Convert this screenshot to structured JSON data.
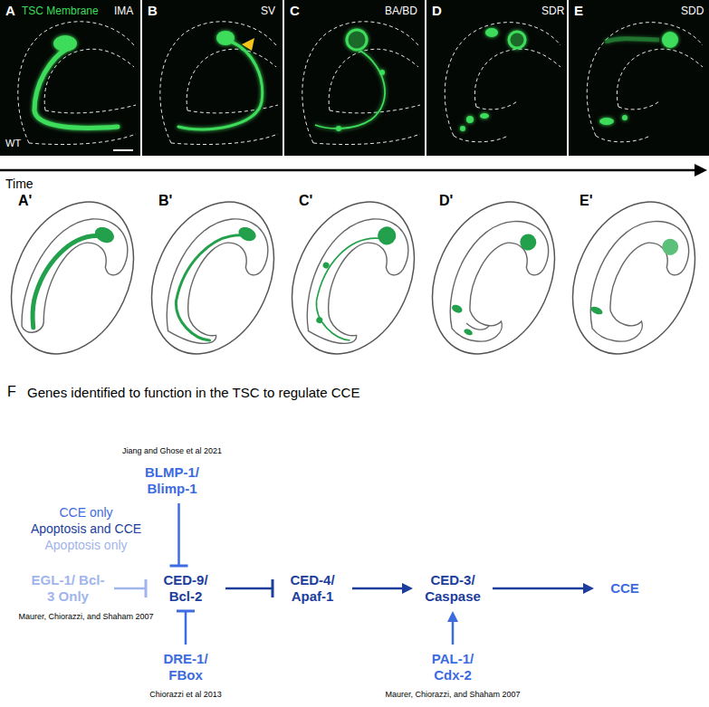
{
  "diagram": {
    "nodes": [
      {
        "text": [
          "BLMP-1/ Blimp-1"
        ]
      },
      {
        "text": [
          "EGL-1/ Bcl-3 Only"
        ]
      },
      {
        "text": [
          "CED-9/ Bcl-2"
        ]
      },
      {
        "text": [
          "CED-4/ Apaf-1"
        ]
      },
      {
        "text": [
          "CED-3/ Caspase"
        ]
      },
      {
        "text": [
          "CCE"
        ]
      },
      {
        "text": [
          "DRE-1/ FBox"
        ]
      },
      {
        "text": [
          "PAL-1/ Cdx-2"
        ]
      }
    ],
    "edges": [
      {
        "from": 0,
        "to": 2,
        "arrow": "to"
      },
      {
        "from": 1,
        "to": 2,
        "arrow": "to"
      },
      {
        "from": 6,
        "to": 2,
        "arrow": "to"
      },
      {
        "from": 2,
        "to": 3,
        "arrow": "to"
      },
      {
        "from": 3,
        "to": 4,
        "arrow": "to"
      },
      {
        "from": 4,
        "to": 5,
        "arrow": "to"
      },
      {
        "from": 7,
        "to": 4,
        "arrow": "to"
      }
    ],
    "labels": [
      "A",
      "TSC Membrane",
      "IMA",
      "WT",
      "B",
      "SV",
      "C",
      "BA/BD",
      "D",
      "SDR",
      "E",
      "SDD",
      "Time",
      "A'",
      "B'",
      "C'",
      "D'",
      "E'",
      "F",
      "Genes identified to function in the TSC to regulate CCE",
      "Jiang and Ghose et al 2021",
      "Maurer, Chiorazzi, and Shaham 2007",
      "Chiorazzi et al 2013",
      "Maurer, Chiorazzi, and Shaham 2007"
    ],
    "legend": [
      {
        "text": "CCE only",
        "color": "#3d6be0"
      },
      {
        "text": "Apoptosis and CCE",
        "color": "#1c3d9c"
      },
      {
        "text": "Apoptosis only",
        "color": "#9fb5ec"
      }
    ]
  }
}
